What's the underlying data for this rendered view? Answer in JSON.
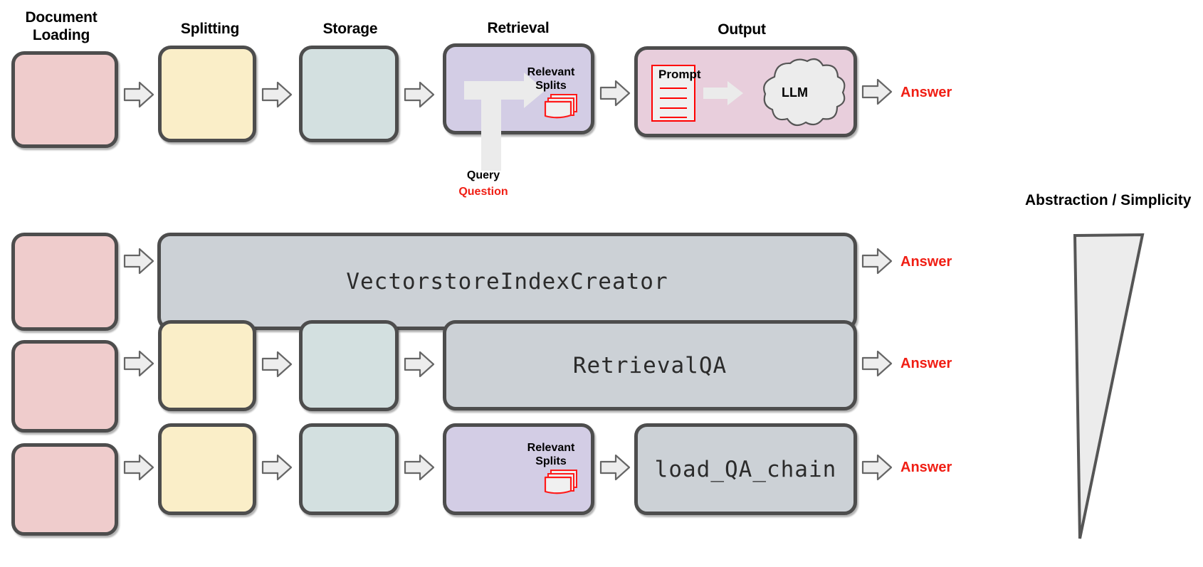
{
  "diagram": {
    "title_row": [
      {
        "id": "document-loading",
        "label": "Document\nLoading"
      },
      {
        "id": "splitting",
        "label": "Splitting"
      },
      {
        "id": "storage",
        "label": "Storage"
      },
      {
        "id": "retrieval",
        "label": "Retrieval"
      },
      {
        "id": "output",
        "label": "Output"
      }
    ],
    "colors": {
      "document_loading": "#efcccc",
      "splitting": "#faeec8",
      "storage": "#d3e0e0",
      "retrieval": "#d3cde5",
      "output": "#e8cedc",
      "chain": "#ccd1d6",
      "outline": "#4d4d4d",
      "accent_red": "#f01e14",
      "arrow_fill": "#ededed",
      "arrow_stroke": "#666666",
      "t_arrow": "#ebebeb",
      "wedge_fill": "#ececec"
    },
    "labels": {
      "document_loading": "Document",
      "document_loading_2": "Loading",
      "splitting": "Splitting",
      "storage": "Storage",
      "retrieval": "Retrieval",
      "output": "Output",
      "relevant_splits_line1": "Relevant",
      "relevant_splits_line2": "Splits",
      "prompt": "Prompt",
      "llm": "LLM",
      "query": "Query",
      "question": "Question",
      "answer": "Answer",
      "abstraction": "Abstraction / Simplicity"
    },
    "rows": [
      {
        "id": "row-pipeline",
        "stages": [
          "document-loading",
          "splitting",
          "storage",
          "retrieval",
          "output"
        ],
        "answer": "Answer"
      },
      {
        "id": "row-vectorstore",
        "chain": "VectorstoreIndexCreator",
        "stages": [
          "document-loading",
          "chain"
        ],
        "answer": "Answer"
      },
      {
        "id": "row-retrievalqa",
        "chain": "RetrievalQA",
        "stages": [
          "document-loading",
          "splitting",
          "storage",
          "chain"
        ],
        "answer": "Answer"
      },
      {
        "id": "row-loadqachain",
        "chain": "load_QA_chain",
        "stages": [
          "document-loading",
          "splitting",
          "storage",
          "retrieval",
          "chain"
        ],
        "answer": "Answer"
      }
    ]
  }
}
